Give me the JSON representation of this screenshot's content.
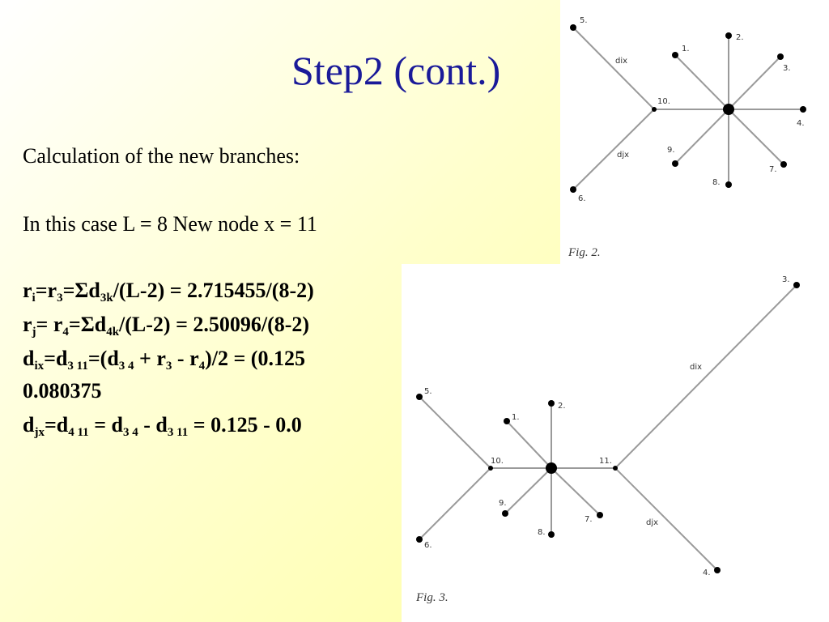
{
  "title": "Step2 (cont.)",
  "intro": "Calculation of the new branches:",
  "case_line": "In this case L = 8 New node x = 11",
  "formulas": {
    "ri": {
      "a": "r",
      "b": "i",
      "c": "=r",
      "d": "3",
      "e": "=Σd",
      "f": "3k",
      "g": "/(L-2) = 2.715455/(8-2)"
    },
    "rj": {
      "a": "r",
      "b": "j",
      "c": "= r",
      "d": "4",
      "e": "=Σd",
      "f": "4k",
      "g": "/(L-2) = 2.50096/(8-2)"
    },
    "dix": {
      "a": "d",
      "b": "ix",
      "c": "=d",
      "d": "3 11",
      "e": "=(d",
      "f": "3 4",
      "g": " + r",
      "h": "3",
      "i": " - r",
      "j": "4",
      "k": ")/2 = (0.125"
    },
    "dix_result": "0.080375",
    "djx": {
      "a": "d",
      "b": "jx",
      "c": "=d",
      "d": "4 11",
      "e": " = d",
      "f": "3 4",
      "g": " - d",
      "h": "3 11",
      "i": " = 0.125 - 0.0"
    }
  },
  "fig2": {
    "caption": "Fig. 2.",
    "nodes": [
      "1.",
      "2.",
      "3.",
      "4.",
      "5.",
      "6.",
      "7.",
      "8.",
      "9.",
      "10."
    ],
    "edge_labels": [
      "dix",
      "djx"
    ]
  },
  "fig3": {
    "caption": "Fig. 3.",
    "nodes": [
      "1.",
      "2.",
      "3.",
      "4.",
      "5.",
      "6.",
      "7.",
      "8.",
      "9.",
      "10.",
      "11."
    ],
    "edge_labels": [
      "dix",
      "djx"
    ]
  }
}
